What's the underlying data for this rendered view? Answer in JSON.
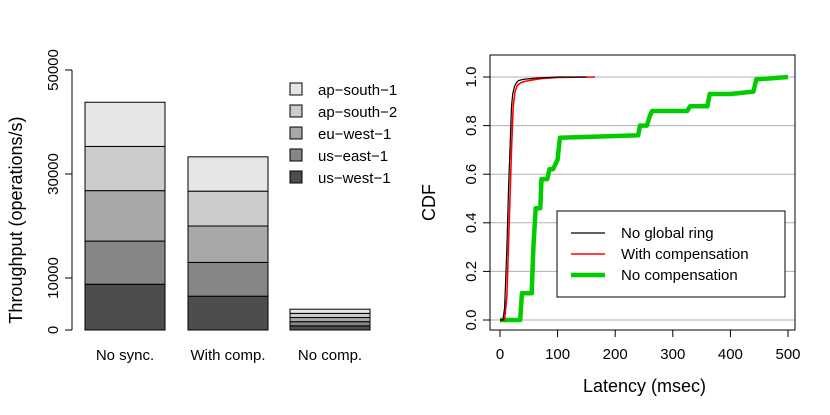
{
  "chart_data": [
    {
      "type": "bar",
      "stacked": true,
      "categories": [
        "No sync.",
        "With comp.",
        "No comp."
      ],
      "ylabel": "Throughput (operations/s)",
      "ylim": [
        0,
        50000
      ],
      "yticks": [
        0,
        10000,
        30000,
        50000
      ],
      "legend_position": "top-right",
      "series": [
        {
          "name": "us−west−1",
          "color": "#4d4d4d",
          "values": [
            8800,
            6500,
            800
          ]
        },
        {
          "name": "us−east−1",
          "color": "#868686",
          "values": [
            8300,
            6500,
            800
          ]
        },
        {
          "name": "eu−west−1",
          "color": "#a8a8a8",
          "values": [
            9700,
            7000,
            800
          ]
        },
        {
          "name": "ap−south−2",
          "color": "#cccccc",
          "values": [
            8500,
            6700,
            800
          ]
        },
        {
          "name": "ap−south−1",
          "color": "#e6e6e6",
          "values": [
            8500,
            6600,
            800
          ]
        }
      ]
    },
    {
      "type": "line",
      "xlabel": "Latency (msec)",
      "ylabel": "CDF",
      "xlim": [
        0,
        500
      ],
      "ylim": [
        0,
        1
      ],
      "xticks": [
        0,
        100,
        200,
        300,
        400,
        500
      ],
      "yticks": [
        0.0,
        0.2,
        0.4,
        0.6,
        0.8,
        1.0
      ],
      "ytick_labels": [
        "0.0",
        "0.2",
        "0.4",
        "0.6",
        "0.8",
        "1.0"
      ],
      "grid": "horizontal",
      "legend_position": "bottom-right",
      "series": [
        {
          "name": "No global ring",
          "color": "#000000",
          "x": [
            0,
            5,
            8,
            12,
            15,
            18,
            20,
            22,
            25,
            28,
            32,
            40,
            60,
            100,
            150
          ],
          "y": [
            0,
            0,
            0.05,
            0.3,
            0.55,
            0.75,
            0.88,
            0.93,
            0.96,
            0.975,
            0.985,
            0.99,
            0.995,
            1.0,
            1.0
          ]
        },
        {
          "name": "With compensation",
          "color": "#ff0000",
          "x": [
            0,
            8,
            12,
            16,
            20,
            23,
            26,
            30,
            35,
            40,
            50,
            70,
            100,
            165
          ],
          "y": [
            0,
            0,
            0.1,
            0.4,
            0.7,
            0.88,
            0.94,
            0.965,
            0.975,
            0.98,
            0.985,
            0.993,
            0.998,
            1.0
          ]
        },
        {
          "name": "No compensation",
          "color": "#00cc00",
          "x": [
            0,
            35,
            38,
            55,
            58,
            62,
            70,
            72,
            82,
            86,
            92,
            100,
            104,
            240,
            243,
            255,
            260,
            264,
            325,
            330,
            360,
            364,
            400,
            440,
            445,
            500
          ],
          "y": [
            0,
            0,
            0.11,
            0.11,
            0.3,
            0.46,
            0.46,
            0.58,
            0.58,
            0.62,
            0.62,
            0.66,
            0.75,
            0.76,
            0.8,
            0.8,
            0.84,
            0.86,
            0.86,
            0.88,
            0.88,
            0.93,
            0.93,
            0.94,
            0.99,
            1.0
          ]
        }
      ]
    }
  ]
}
